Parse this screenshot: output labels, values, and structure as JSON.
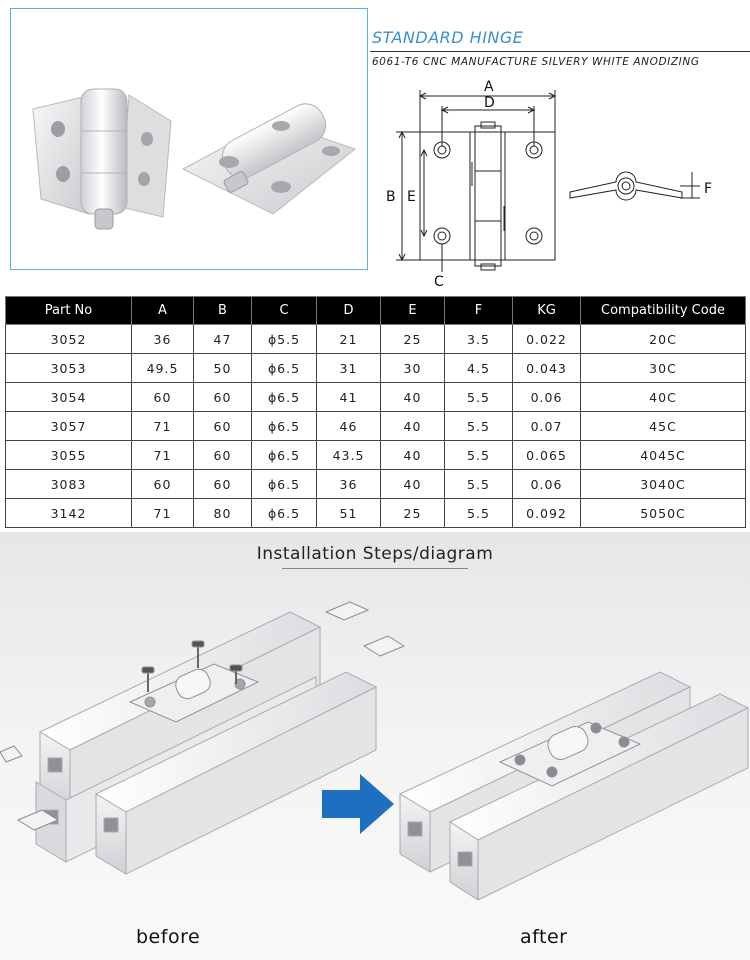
{
  "header": {
    "title": "STANDARD HINGE",
    "subtitle": "6061-T6 CNC MANUFACTURE SILVERY WHITE ANODIZING"
  },
  "drawing": {
    "labels": {
      "a": "A",
      "d": "D",
      "b": "B",
      "e": "E",
      "c": "C",
      "f": "F"
    }
  },
  "table": {
    "headers": [
      "Part No",
      "A",
      "B",
      "C",
      "D",
      "E",
      "F",
      "KG",
      "Compatibility Code"
    ],
    "rows": [
      [
        "3052",
        "36",
        "47",
        "ϕ5.5",
        "21",
        "25",
        "3.5",
        "0.022",
        "20C"
      ],
      [
        "3053",
        "49.5",
        "50",
        "ϕ6.5",
        "31",
        "30",
        "4.5",
        "0.043",
        "30C"
      ],
      [
        "3054",
        "60",
        "60",
        "ϕ6.5",
        "41",
        "40",
        "5.5",
        "0.06",
        "40C"
      ],
      [
        "3057",
        "71",
        "60",
        "ϕ6.5",
        "46",
        "40",
        "5.5",
        "0.07",
        "45C"
      ],
      [
        "3055",
        "71",
        "60",
        "ϕ6.5",
        "43.5",
        "40",
        "5.5",
        "0.065",
        "4045C"
      ],
      [
        "3083",
        "60",
        "60",
        "ϕ6.5",
        "36",
        "40",
        "5.5",
        "0.06",
        "3040C"
      ],
      [
        "3142",
        "71",
        "80",
        "ϕ6.5",
        "51",
        "25",
        "5.5",
        "0.092",
        "5050C"
      ]
    ]
  },
  "install": {
    "title": "Installation Steps/diagram",
    "before_label": "before",
    "after_label": "after"
  },
  "colors": {
    "accent": "#3a8fd0",
    "photo_border": "#59b3e0",
    "arrow": "#1e6fc0",
    "table_header_bg": "#000000"
  },
  "icons": {
    "arrow": "right-arrow-icon"
  }
}
